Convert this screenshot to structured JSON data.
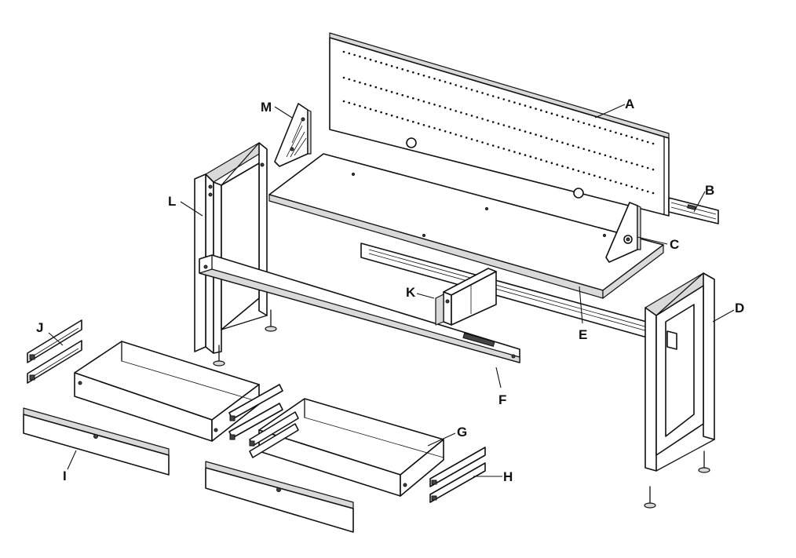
{
  "diagram": {
    "type": "exploded-assembly-view",
    "parts": [
      {
        "id": "A",
        "label": "A"
      },
      {
        "id": "B",
        "label": "B"
      },
      {
        "id": "C",
        "label": "C"
      },
      {
        "id": "D",
        "label": "D"
      },
      {
        "id": "E",
        "label": "E"
      },
      {
        "id": "F",
        "label": "F"
      },
      {
        "id": "G",
        "label": "G"
      },
      {
        "id": "H",
        "label": "H"
      },
      {
        "id": "I",
        "label": "I"
      },
      {
        "id": "J",
        "label": "J"
      },
      {
        "id": "K",
        "label": "K"
      },
      {
        "id": "L",
        "label": "L"
      },
      {
        "id": "M",
        "label": "M"
      }
    ]
  },
  "colors": {
    "line": "#111111",
    "background": "#ffffff",
    "shade": "#d9d9d9"
  }
}
